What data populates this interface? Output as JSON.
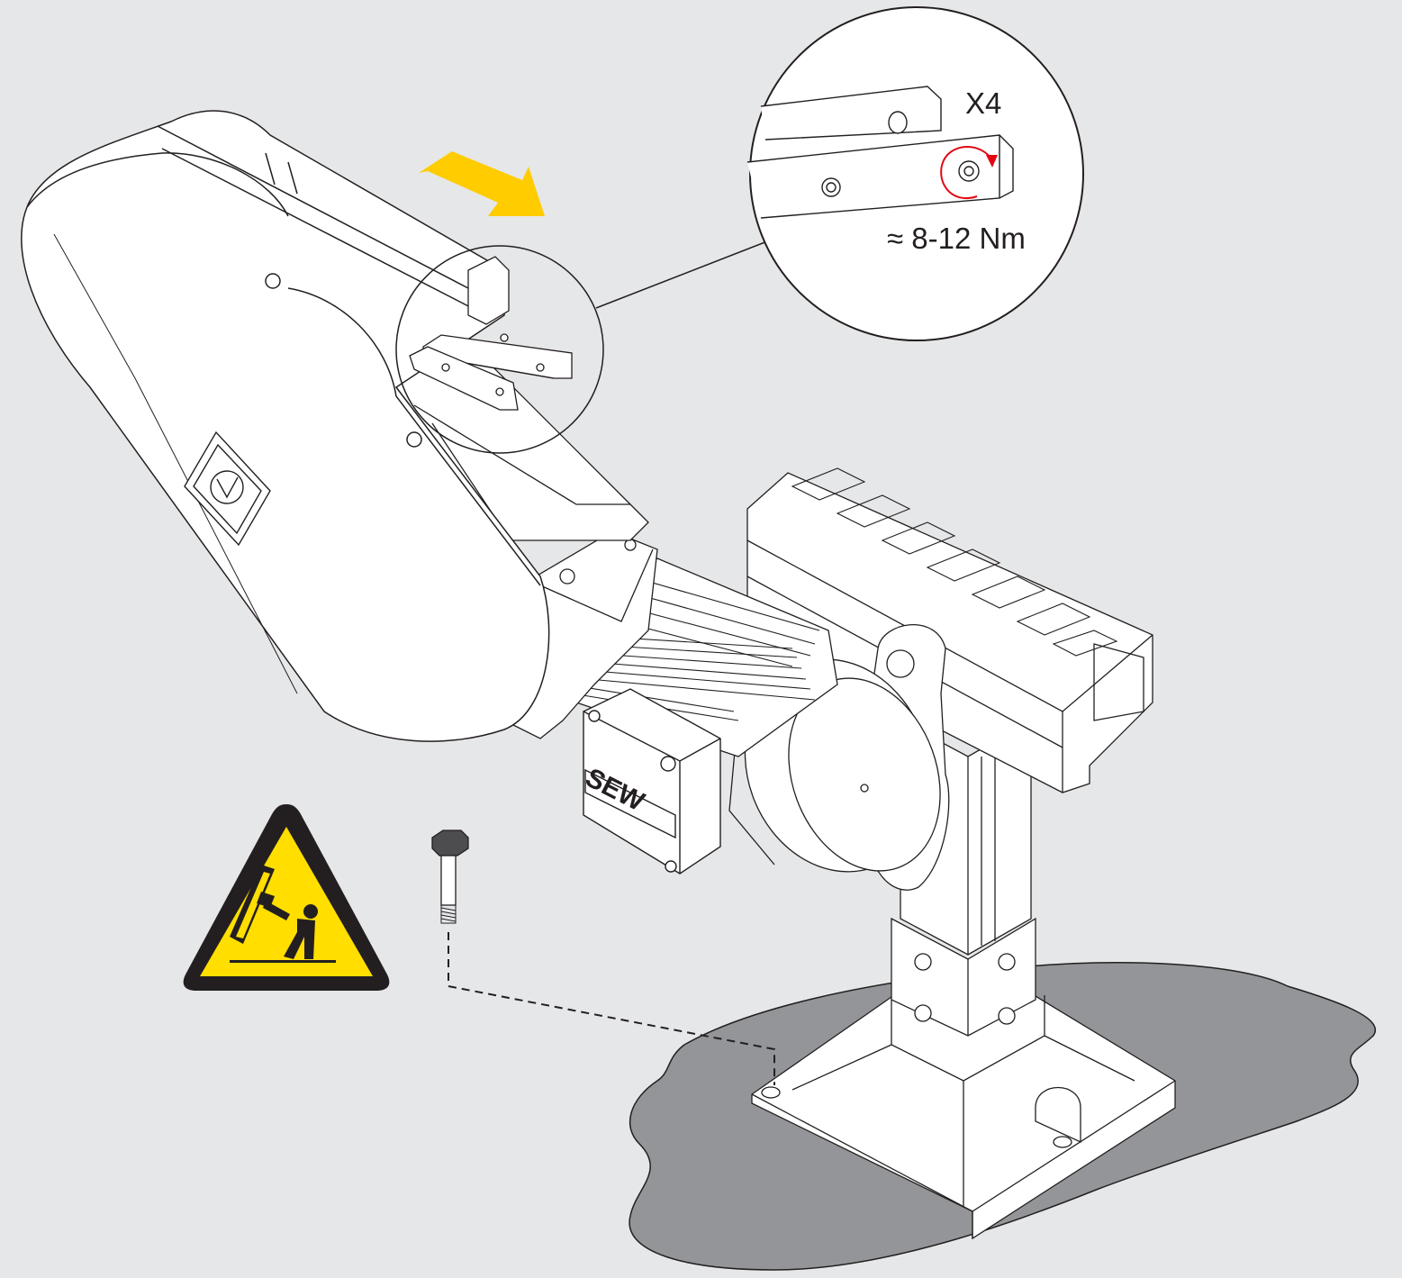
{
  "callout": {
    "quantity": "X4",
    "torque": "≈ 8-12 Nm"
  },
  "motor": {
    "brand": "SEW"
  },
  "icons": {
    "direction_arrow": "yellow-arrow-icon",
    "warning": "tip-over-hazard-warning-icon",
    "rotation": "clockwise-tighten-icon",
    "bolt": "hex-bolt-icon"
  },
  "colors": {
    "background": "#e6e7e8",
    "floor": "#939598",
    "arrow_yellow": "#ffcc00",
    "warning_yellow": "#ffde00",
    "rotation_red": "#e30613",
    "line": "#231f20",
    "part_fill": "#ffffff"
  }
}
